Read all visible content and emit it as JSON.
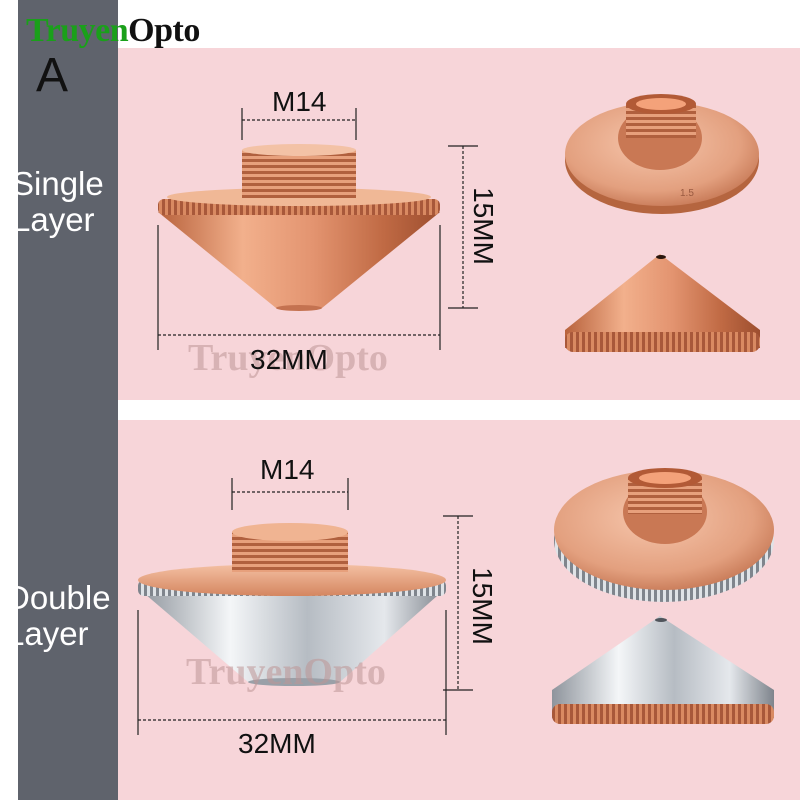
{
  "brand": {
    "part1": "Truyen",
    "part2": "Opto"
  },
  "variant_letter": "A",
  "sections": {
    "single": {
      "label_line1": "Single",
      "label_line2": "Layer",
      "thread": "M14",
      "height": "15MM",
      "width": "32MM",
      "watermark": "TruyenOpto",
      "engraving": "1.5"
    },
    "double": {
      "label_line1": "Double",
      "label_line2": "Layer",
      "thread": "M14",
      "height": "15MM",
      "width": "32MM",
      "watermark": "TruyenOpto"
    }
  },
  "colors": {
    "sidebar": "#5f636c",
    "panel": "#f7d5d9",
    "brand_green": "#1aa01a",
    "copper": "#d98a62",
    "silver": "#c9cdd2"
  }
}
